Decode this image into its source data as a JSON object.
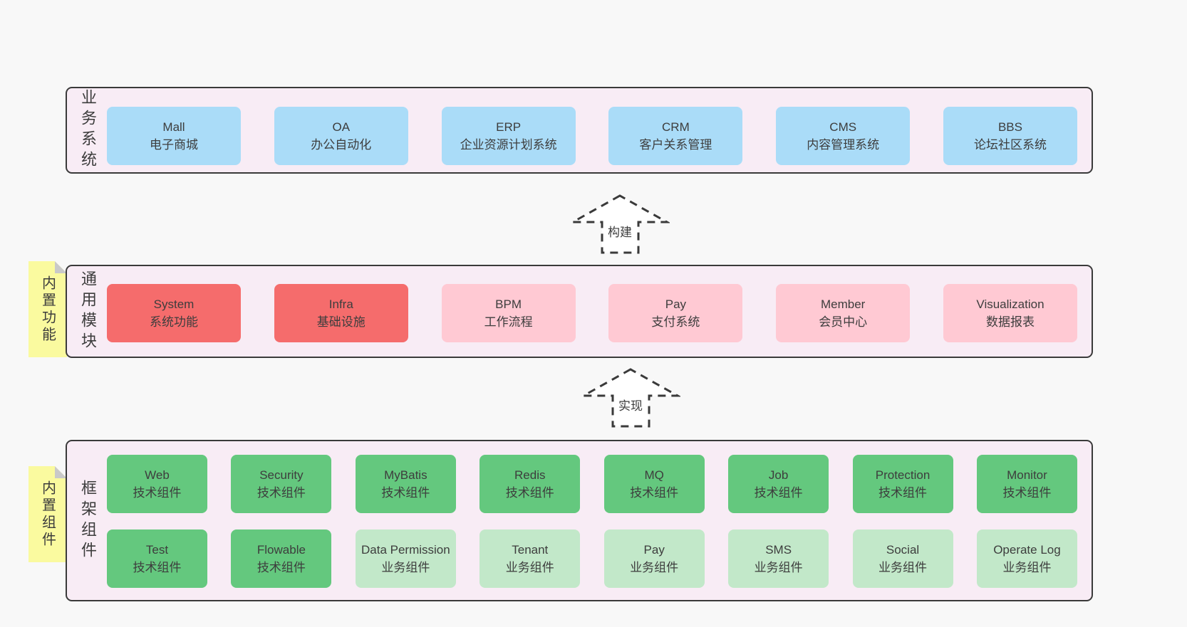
{
  "colors": {
    "page_bg": "#f8f8f8",
    "panel_bg": "#f8ecf5",
    "panel_border": "#3a3a3a",
    "blue_box": "#aadcf8",
    "red_box": "#f56c6c",
    "pink_box": "#ffc9d3",
    "green_box": "#64c87e",
    "light_green_box": "#c2e8c9",
    "note_bg": "#fafa9f",
    "note_fold": "#c9c9c9",
    "text": "#3d3d3d"
  },
  "arrows": {
    "build_label": "构建",
    "implement_label": "实现"
  },
  "business": {
    "label": "业务系统",
    "boxes": [
      {
        "title": "Mall",
        "subtitle": "电子商城",
        "variant": "blue"
      },
      {
        "title": "OA",
        "subtitle": "办公自动化",
        "variant": "blue"
      },
      {
        "title": "ERP",
        "subtitle": "企业资源计划系统",
        "variant": "blue"
      },
      {
        "title": "CRM",
        "subtitle": "客户关系管理",
        "variant": "blue"
      },
      {
        "title": "CMS",
        "subtitle": "内容管理系统",
        "variant": "blue"
      },
      {
        "title": "BBS",
        "subtitle": "论坛社区系统",
        "variant": "blue"
      }
    ]
  },
  "modules": {
    "note": "内置功能",
    "label": "通用模块",
    "boxes": [
      {
        "title": "System",
        "subtitle": "系统功能",
        "variant": "red"
      },
      {
        "title": "Infra",
        "subtitle": "基础设施",
        "variant": "red"
      },
      {
        "title": "BPM",
        "subtitle": "工作流程",
        "variant": "pink"
      },
      {
        "title": "Pay",
        "subtitle": "支付系统",
        "variant": "pink"
      },
      {
        "title": "Member",
        "subtitle": "会员中心",
        "variant": "pink"
      },
      {
        "title": "Visualization",
        "subtitle": "数据报表",
        "variant": "pink"
      }
    ]
  },
  "components": {
    "note": "内置组件",
    "label": "框架组件",
    "row1": [
      {
        "title": "Web",
        "subtitle": "技术组件",
        "variant": "green"
      },
      {
        "title": "Security",
        "subtitle": "技术组件",
        "variant": "green"
      },
      {
        "title": "MyBatis",
        "subtitle": "技术组件",
        "variant": "green"
      },
      {
        "title": "Redis",
        "subtitle": "技术组件",
        "variant": "green"
      },
      {
        "title": "MQ",
        "subtitle": "技术组件",
        "variant": "green"
      },
      {
        "title": "Job",
        "subtitle": "技术组件",
        "variant": "green"
      },
      {
        "title": "Protection",
        "subtitle": "技术组件",
        "variant": "green"
      },
      {
        "title": "Monitor",
        "subtitle": "技术组件",
        "variant": "green"
      }
    ],
    "row2": [
      {
        "title": "Test",
        "subtitle": "技术组件",
        "variant": "green"
      },
      {
        "title": "Flowable",
        "subtitle": "技术组件",
        "variant": "green"
      },
      {
        "title": "Data Permission",
        "subtitle": "业务组件",
        "variant": "lightgreen"
      },
      {
        "title": "Tenant",
        "subtitle": "业务组件",
        "variant": "lightgreen"
      },
      {
        "title": "Pay",
        "subtitle": "业务组件",
        "variant": "lightgreen"
      },
      {
        "title": "SMS",
        "subtitle": "业务组件",
        "variant": "lightgreen"
      },
      {
        "title": "Social",
        "subtitle": "业务组件",
        "variant": "lightgreen"
      },
      {
        "title": "Operate Log",
        "subtitle": "业务组件",
        "variant": "lightgreen"
      }
    ]
  }
}
